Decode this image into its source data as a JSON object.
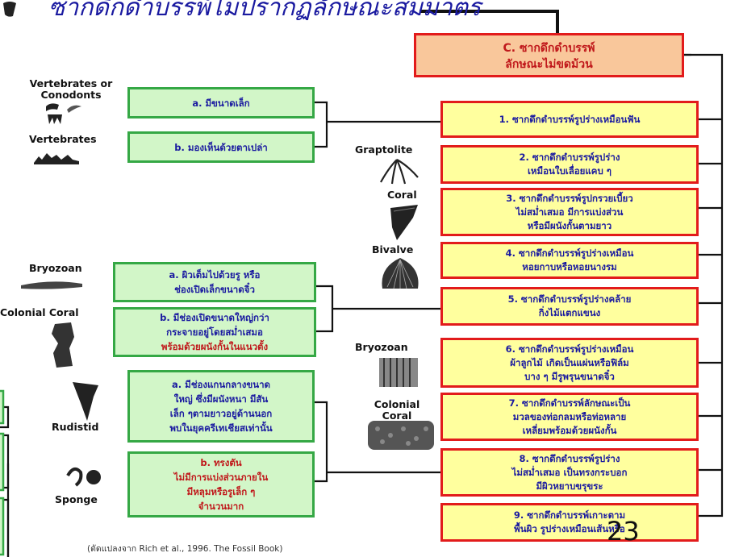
{
  "title": "ซากดึกดำบรรพ์ไม่ปรากฏลักษณะสมมาตร",
  "header": {
    "line1": "C. ซากดึกดำบรรพ์",
    "line2": "ลักษณะไม่ขดม้วน"
  },
  "types": [
    {
      "lines": [
        "1. ซากดึกดำบรรพ์รูปร่างเหมือนฟัน"
      ]
    },
    {
      "lines": [
        "2. ซากดึกดำบรรพ์รูปร่าง",
        "เหมือนใบเลื่อยแคบ ๆ"
      ]
    },
    {
      "lines": [
        "3. ซากดึกดำบรรพ์รูปกรวยเบี้ยว",
        "ไม่สม่ำเสมอ มีการแบ่งส่วน",
        "หรือมีผนังกั้นตามยาว"
      ]
    },
    {
      "lines": [
        "4. ซากดึกดำบรรพ์รูปร่างเหมือน",
        "หอยกาบหรือหอยนางรม"
      ]
    },
    {
      "lines": [
        "5. ซากดึกดำบรรพ์รูปร่างคล้าย",
        "กิ่งไม้แตกแขนง"
      ]
    },
    {
      "lines": [
        "6. ซากดึกดำบรรพ์รูปร่างเหมือน",
        "ผ้าลูกไม้ เกิดเป็นแผ่นหรือฟิล์ม",
        "บาง ๆ มีรูพรุนขนาดจิ๋ว"
      ]
    },
    {
      "lines": [
        "7. ซากดึกดำบรรพ์ลักษณะเป็น",
        "มวลของท่อกลมหรือท่อหลาย",
        "เหลี่ยมพร้อมด้วยผนังกั้น"
      ]
    },
    {
      "lines": [
        "8. ซากดึกดำบรรพ์รูปร่าง",
        "ไม่สม่ำเสมอ เป็นทรงกระบอก",
        "มีผิวหยาบขรุขระ"
      ]
    },
    {
      "lines": [
        "9. ซากดึกดำบรรพ์เกาะตาม",
        "พื้นผิว รูปร่างเหมือนเส้นหรือ"
      ]
    }
  ],
  "subtypes": [
    {
      "lines": [
        "a. มีขนาดเล็ก"
      ]
    },
    {
      "lines": [
        "b. มองเห็นด้วยตาเปล่า"
      ]
    },
    {
      "lines": [
        "a. ผิวเต็มไปด้วยรู หรือ",
        "ช่องเปิดเล็กขนาดจิ๋ว"
      ]
    },
    {
      "lines": [
        "b. มีช่องเปิดขนาดใหญ่กว่า",
        "กระจายอยู่โดยสม่ำเสมอ"
      ],
      "red_line": "พร้อมด้วยผนังกั้นในแนวตั้ง"
    },
    {
      "lines": [
        "a.  มีช่องแกนกลางขนาด",
        "ใหญ่ ซึ่งมีผนังหนา มีสัน",
        "เล็ก ๆตามยาวอยู่ด้านนอก",
        "พบในยุคครีเทเชียสเท่านั้น"
      ]
    },
    {
      "lines": [
        "b. ทรงตัน",
        "ไม่มีการแบ่งส่วนภายใน",
        "มีหลุมหรือรูเล็ก ๆ",
        "จำนวนมาก"
      ]
    }
  ],
  "labels": {
    "vert_cono": [
      "Vertebrates or",
      "Conodonts"
    ],
    "vertebrates": "Vertebrates",
    "graptolite": "Graptolite",
    "coral": "Coral",
    "bivalve": "Bivalve",
    "bryozoan_left": "Bryozoan",
    "colonial_coral_left": "Colonial Coral",
    "rudistid": "Rudistid",
    "sponge": "Sponge",
    "bryozoan_mid": "Bryozoan",
    "colonial_coral_mid": [
      "Colonial",
      "Coral"
    ]
  },
  "footer": "(ดัดแปลงจาก Rich et al., 1996. The Fossil Book)",
  "page_number": "23",
  "colors": {
    "type_fill": "#ffff9e",
    "type_border": "#e21b1b",
    "sub_fill": "#d2f6c8",
    "sub_border": "#35a845",
    "header_fill": "#f9c79b",
    "text_blue": "#1a1aa0"
  }
}
